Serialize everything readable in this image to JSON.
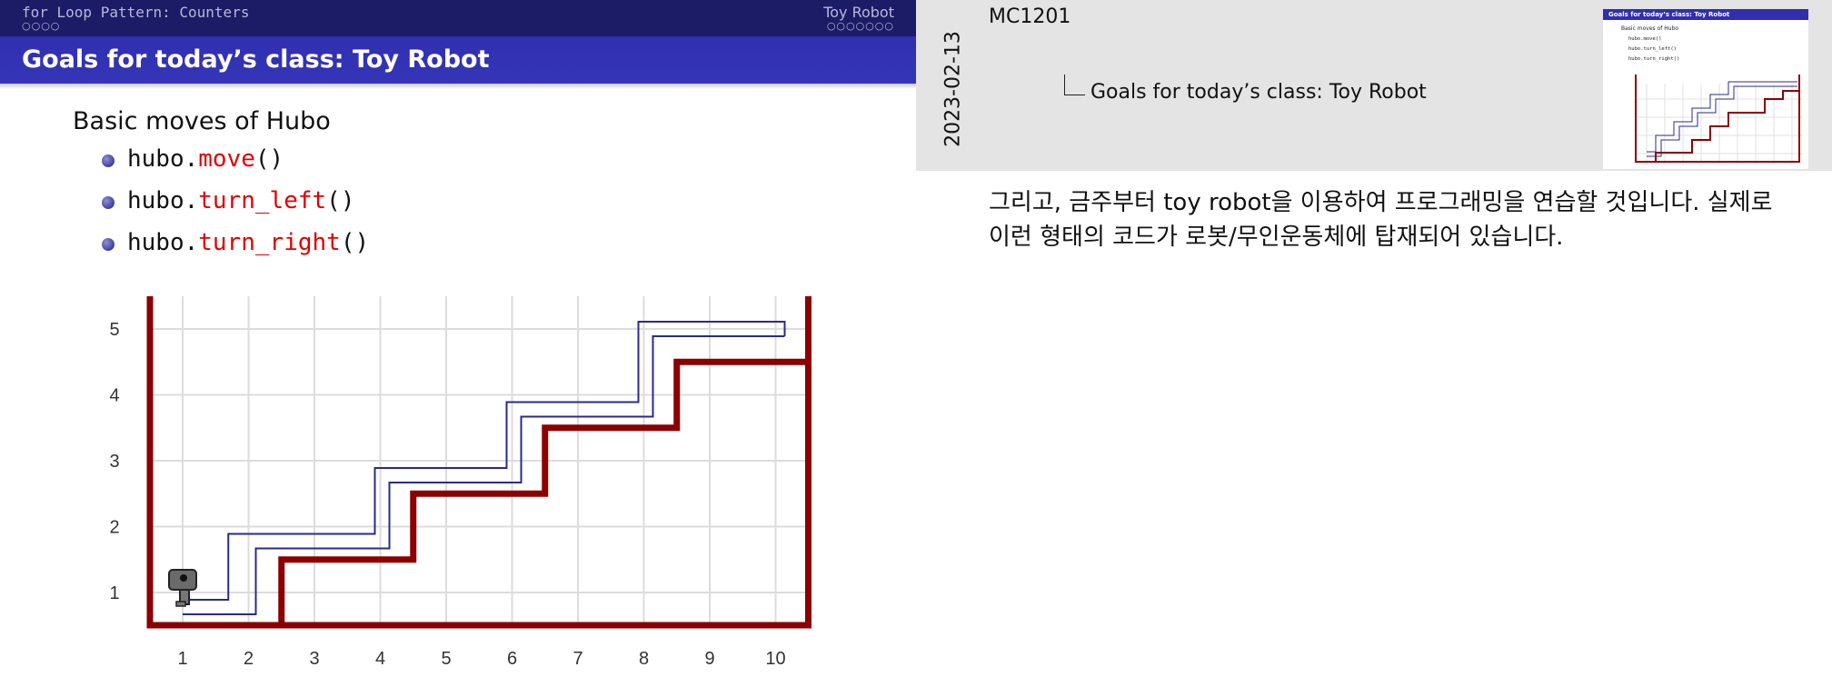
{
  "slide": {
    "section": "for Loop Pattern: Counters",
    "section_dots": "○○○○",
    "subsection": "Toy Robot",
    "subsection_dots": "○○○○○○○",
    "title": "Goals for today’s class: Toy Robot",
    "intro": "Basic moves of Hubo",
    "moves": [
      {
        "obj": "hubo.",
        "fn": "move",
        "args": "()"
      },
      {
        "obj": "hubo.",
        "fn": "turn_left",
        "args": "()"
      },
      {
        "obj": "hubo.",
        "fn": "turn_right",
        "args": "()"
      }
    ],
    "grid": {
      "x_ticks": [
        "1",
        "2",
        "3",
        "4",
        "5",
        "6",
        "7",
        "8",
        "9",
        "10"
      ],
      "y_ticks": [
        "1",
        "2",
        "3",
        "4",
        "5"
      ],
      "colors": {
        "wall": "#8b0000",
        "path": "#2a2a8c",
        "grid": "#dcdcdc"
      }
    }
  },
  "notes": {
    "date": "2023-02-13",
    "course": "MC1201",
    "breadcrumb": "Goals for today’s class: Toy Robot",
    "thumbnail": {
      "title": "Goals for today’s class: Toy Robot",
      "intro": "Basic moves of Hubo",
      "lines": [
        "hubo.move()",
        "hubo.turn_left()",
        "hubo.turn_right()"
      ]
    },
    "text": "그리고, 금주부터 toy robot을 이용하여 프로그래밍을 연습할 것입니다. 실제로 이런 형태의 코드가 로봇/무인운동체에 탑재되어 있습니다."
  }
}
